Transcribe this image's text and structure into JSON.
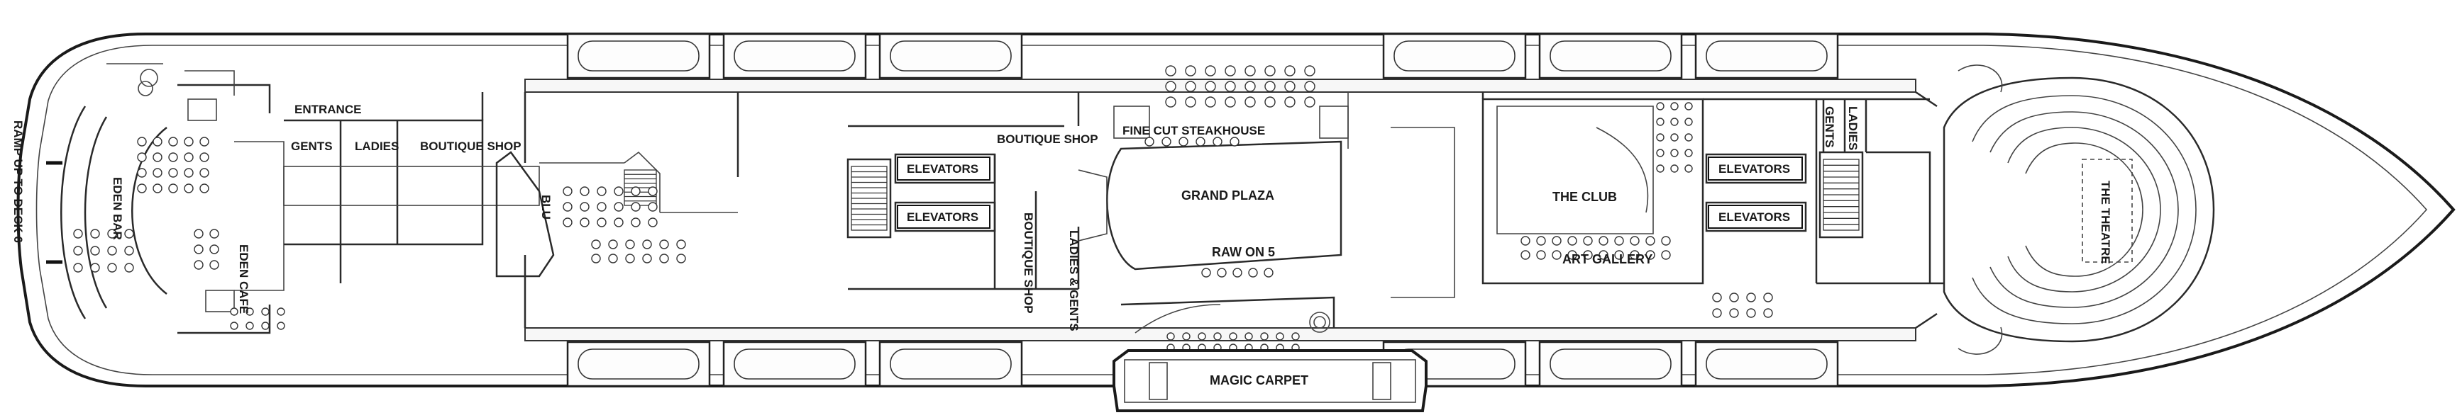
{
  "deck_labels": {
    "ramp": "RAMP UP TO DECK 6",
    "eden_bar": "EDEN BAR",
    "eden_cafe": "EDEN CAFE",
    "entrance": "ENTRANCE",
    "gents_fwd": "GENTS",
    "ladies_fwd": "LADIES",
    "boutique_shop_1": "BOUTIQUE SHOP",
    "blu": "BLU",
    "boutique_shop_2": "BOUTIQUE SHOP",
    "boutique_shop_3": "BOUTIQUE SHOP",
    "elevators_1": "ELEVATORS",
    "elevators_2": "ELEVATORS",
    "ladies_gents": "LADIES & GENTS",
    "fine_cut": "FINE CUT STEAKHOUSE",
    "grand_plaza": "GRAND PLAZA",
    "raw_on_5": "RAW ON 5",
    "magic_carpet": "MAGIC CARPET",
    "the_club": "THE CLUB",
    "art_gallery": "ART GALLERY",
    "elevators_3": "ELEVATORS",
    "elevators_4": "ELEVATORS",
    "gents_aft": "GENTS",
    "ladies_aft": "LADIES",
    "the_theatre": "THE THEATRE"
  }
}
